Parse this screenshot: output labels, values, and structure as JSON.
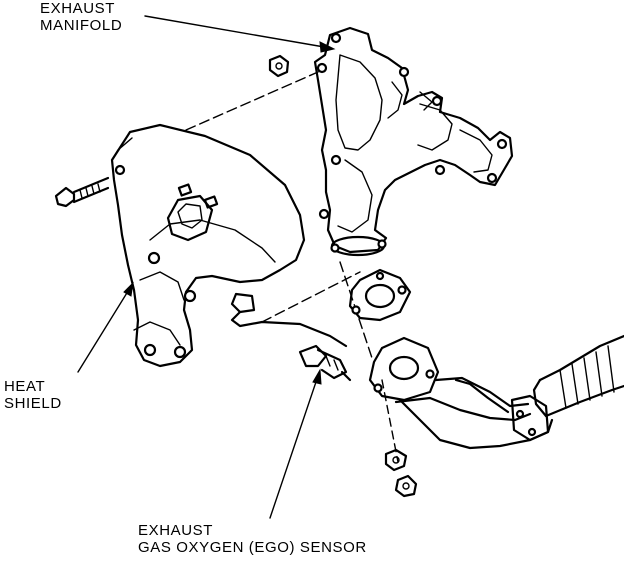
{
  "labels": {
    "exhaust_manifold": {
      "line1": "EXHAUST",
      "line2": "MANIFOLD"
    },
    "heat_shield": {
      "line1": "HEAT",
      "line2": "SHIELD"
    },
    "ego_sensor": {
      "line1": "EXHAUST",
      "line2": "GAS OXYGEN (EGO) SENSOR"
    }
  }
}
